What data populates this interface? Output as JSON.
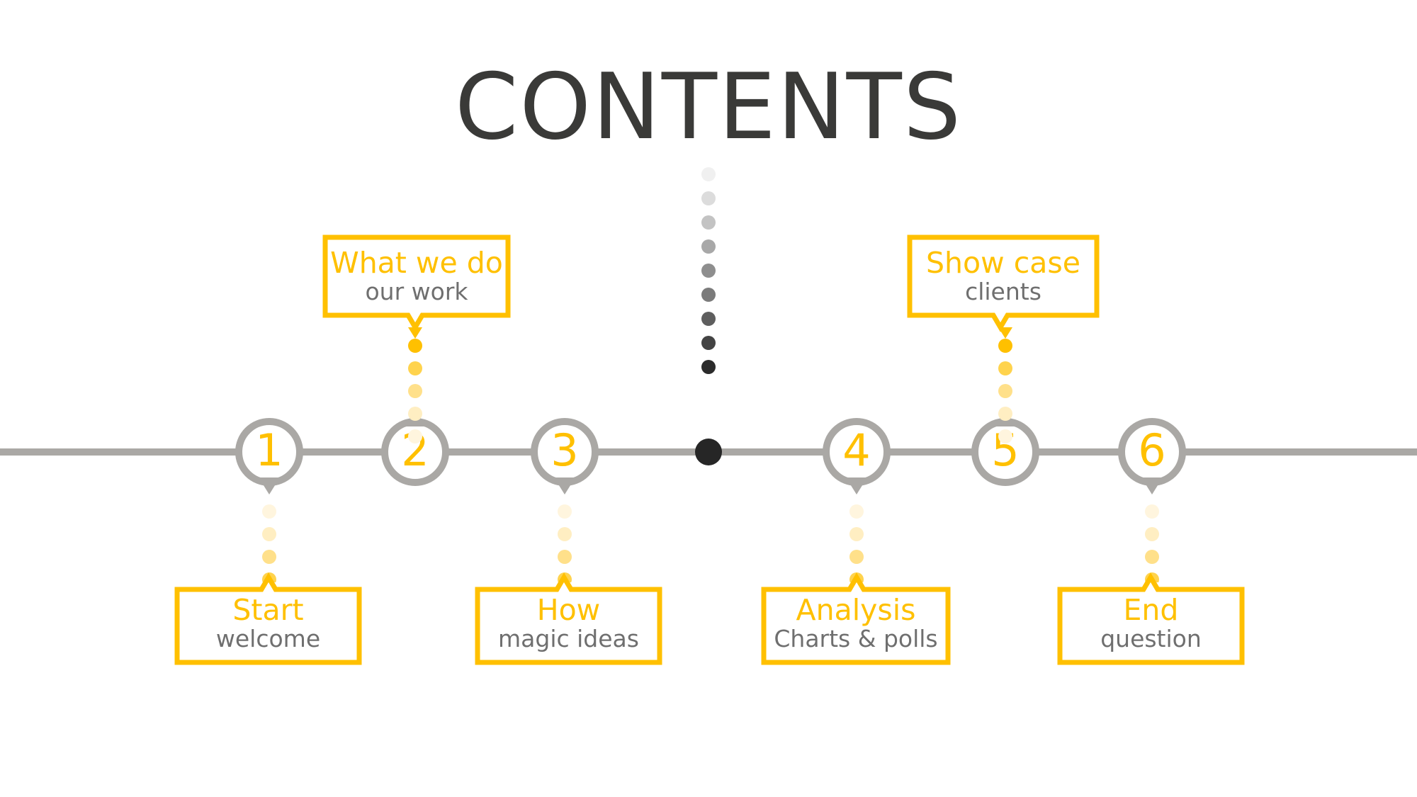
{
  "slide": {
    "title": "CONTENTS",
    "background_color": "#ffffff",
    "title_color": "#3a3a38",
    "accent_color": "#ffc000",
    "gray_color": "#aaa8a5",
    "subtitle_color": "#6f6f6f",
    "center_dot_color": "#262626"
  },
  "timeline": {
    "axis_color": "#aaa8a5",
    "nodes": [
      {
        "number": "1",
        "pointer": "down"
      },
      {
        "number": "2",
        "pointer": "up"
      },
      {
        "number": "3",
        "pointer": "down"
      },
      {
        "number": "4",
        "pointer": "down"
      },
      {
        "number": "5",
        "pointer": "up"
      },
      {
        "number": "6",
        "pointer": "down"
      }
    ],
    "center_marker": "large-dark-dot"
  },
  "callouts": {
    "top": [
      {
        "node": "2",
        "head": "What we do",
        "sub": "our work"
      },
      {
        "node": "5",
        "head": "Show case",
        "sub": "clients"
      }
    ],
    "bottom": [
      {
        "node": "1",
        "head": "Start",
        "sub": "welcome"
      },
      {
        "node": "3",
        "head": "How",
        "sub": "magic ideas"
      },
      {
        "node": "4",
        "head": "Analysis",
        "sub": "Charts & polls"
      },
      {
        "node": "6",
        "head": "End",
        "sub": "question"
      }
    ]
  },
  "decor": {
    "gray_dot_gradient": [
      "#f0f0f0",
      "#dcdcdc",
      "#c3c3c3",
      "#a8a8a8",
      "#8e8e8e",
      "#7b7b7b",
      "#5e5e5e",
      "#434343",
      "#2b2b2b"
    ],
    "amber_dot_gradient_down": [
      "#ffc000",
      "#ffd34d",
      "#ffe08a",
      "#ffeec2",
      "#fff5de"
    ],
    "amber_dot_gradient_up": [
      "#fff5de",
      "#ffeec2",
      "#ffe08a",
      "#ffd34d",
      "#ffc000"
    ]
  }
}
